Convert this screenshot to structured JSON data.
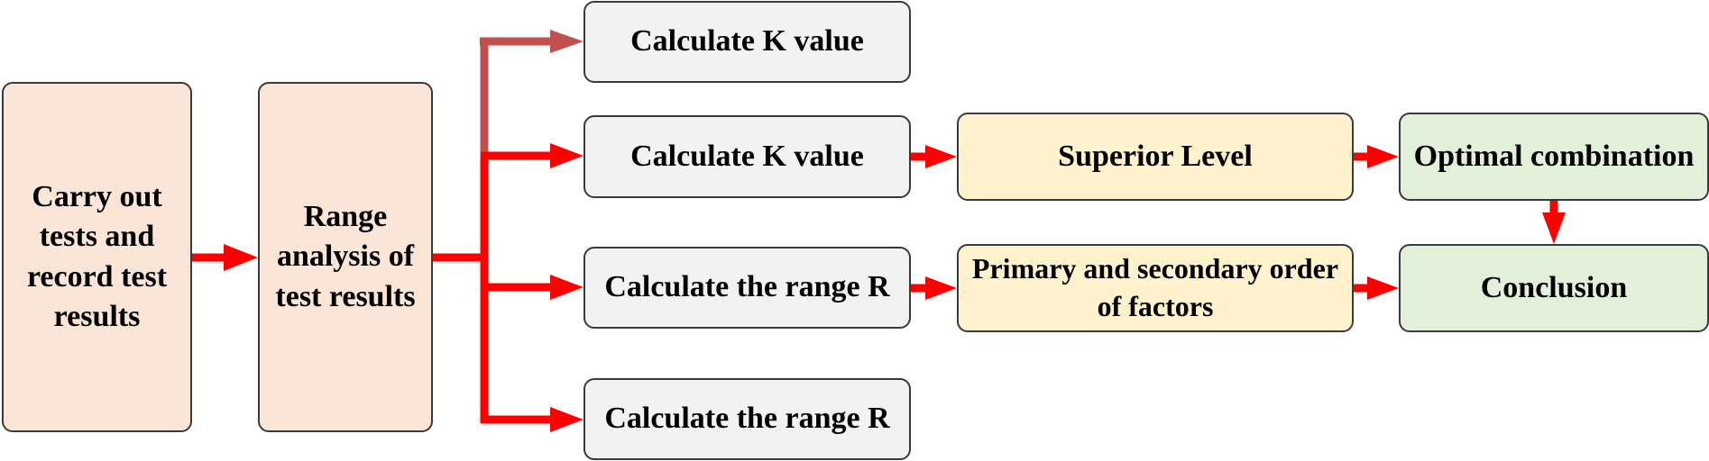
{
  "diagram": {
    "nodes": {
      "tests": {
        "label": "Carry out tests and record test results"
      },
      "range_analysis": {
        "label": "Range analysis of test results"
      },
      "k_value_1": {
        "label": "Calculate K value"
      },
      "k_value_2": {
        "label": "Calculate K value"
      },
      "range_r_1": {
        "label": "Calculate the range R"
      },
      "range_r_2": {
        "label": "Calculate the range R"
      },
      "superior_level": {
        "label": "Superior Level"
      },
      "factor_order": {
        "label": "Primary and secondary order of factors"
      },
      "optimal_combination": {
        "label": "Optimal combination"
      },
      "conclusion": {
        "label": "Conclusion"
      }
    },
    "edges": [
      {
        "from": "tests",
        "to": "range_analysis"
      },
      {
        "from": "range_analysis",
        "to": "k_value_1"
      },
      {
        "from": "range_analysis",
        "to": "k_value_2"
      },
      {
        "from": "range_analysis",
        "to": "range_r_1"
      },
      {
        "from": "range_analysis",
        "to": "range_r_2"
      },
      {
        "from": "k_value_2",
        "to": "superior_level"
      },
      {
        "from": "range_r_1",
        "to": "factor_order"
      },
      {
        "from": "superior_level",
        "to": "optimal_combination"
      },
      {
        "from": "factor_order",
        "to": "conclusion"
      },
      {
        "from": "optimal_combination",
        "to": "conclusion"
      }
    ],
    "colors": {
      "arrow": "#ff0000",
      "arrow_muted": "#c0504d",
      "box_peach": "#fbe5d6",
      "box_gray": "#f2f2f2",
      "box_cream": "#fff2cc",
      "box_green": "#e2f0d9",
      "border": "#3a3a3a"
    }
  }
}
